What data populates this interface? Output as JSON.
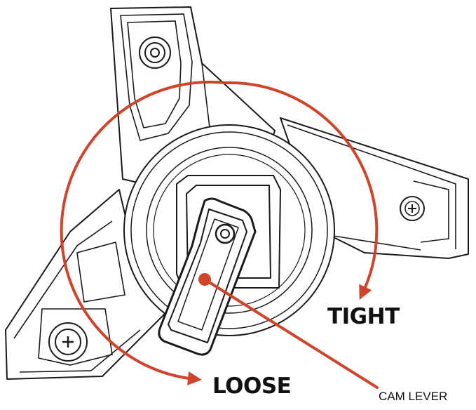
{
  "labels": {
    "tight": "TIGHT",
    "loose": "LOOSE",
    "cam_lever": "CAM LEVER"
  },
  "colors": {
    "arrow": "#d0442c",
    "line": "#1a1a1a",
    "text": "#111111"
  },
  "icons": [
    "cam-lever-icon",
    "hex-screw-icon",
    "phillips-screw-icon"
  ]
}
